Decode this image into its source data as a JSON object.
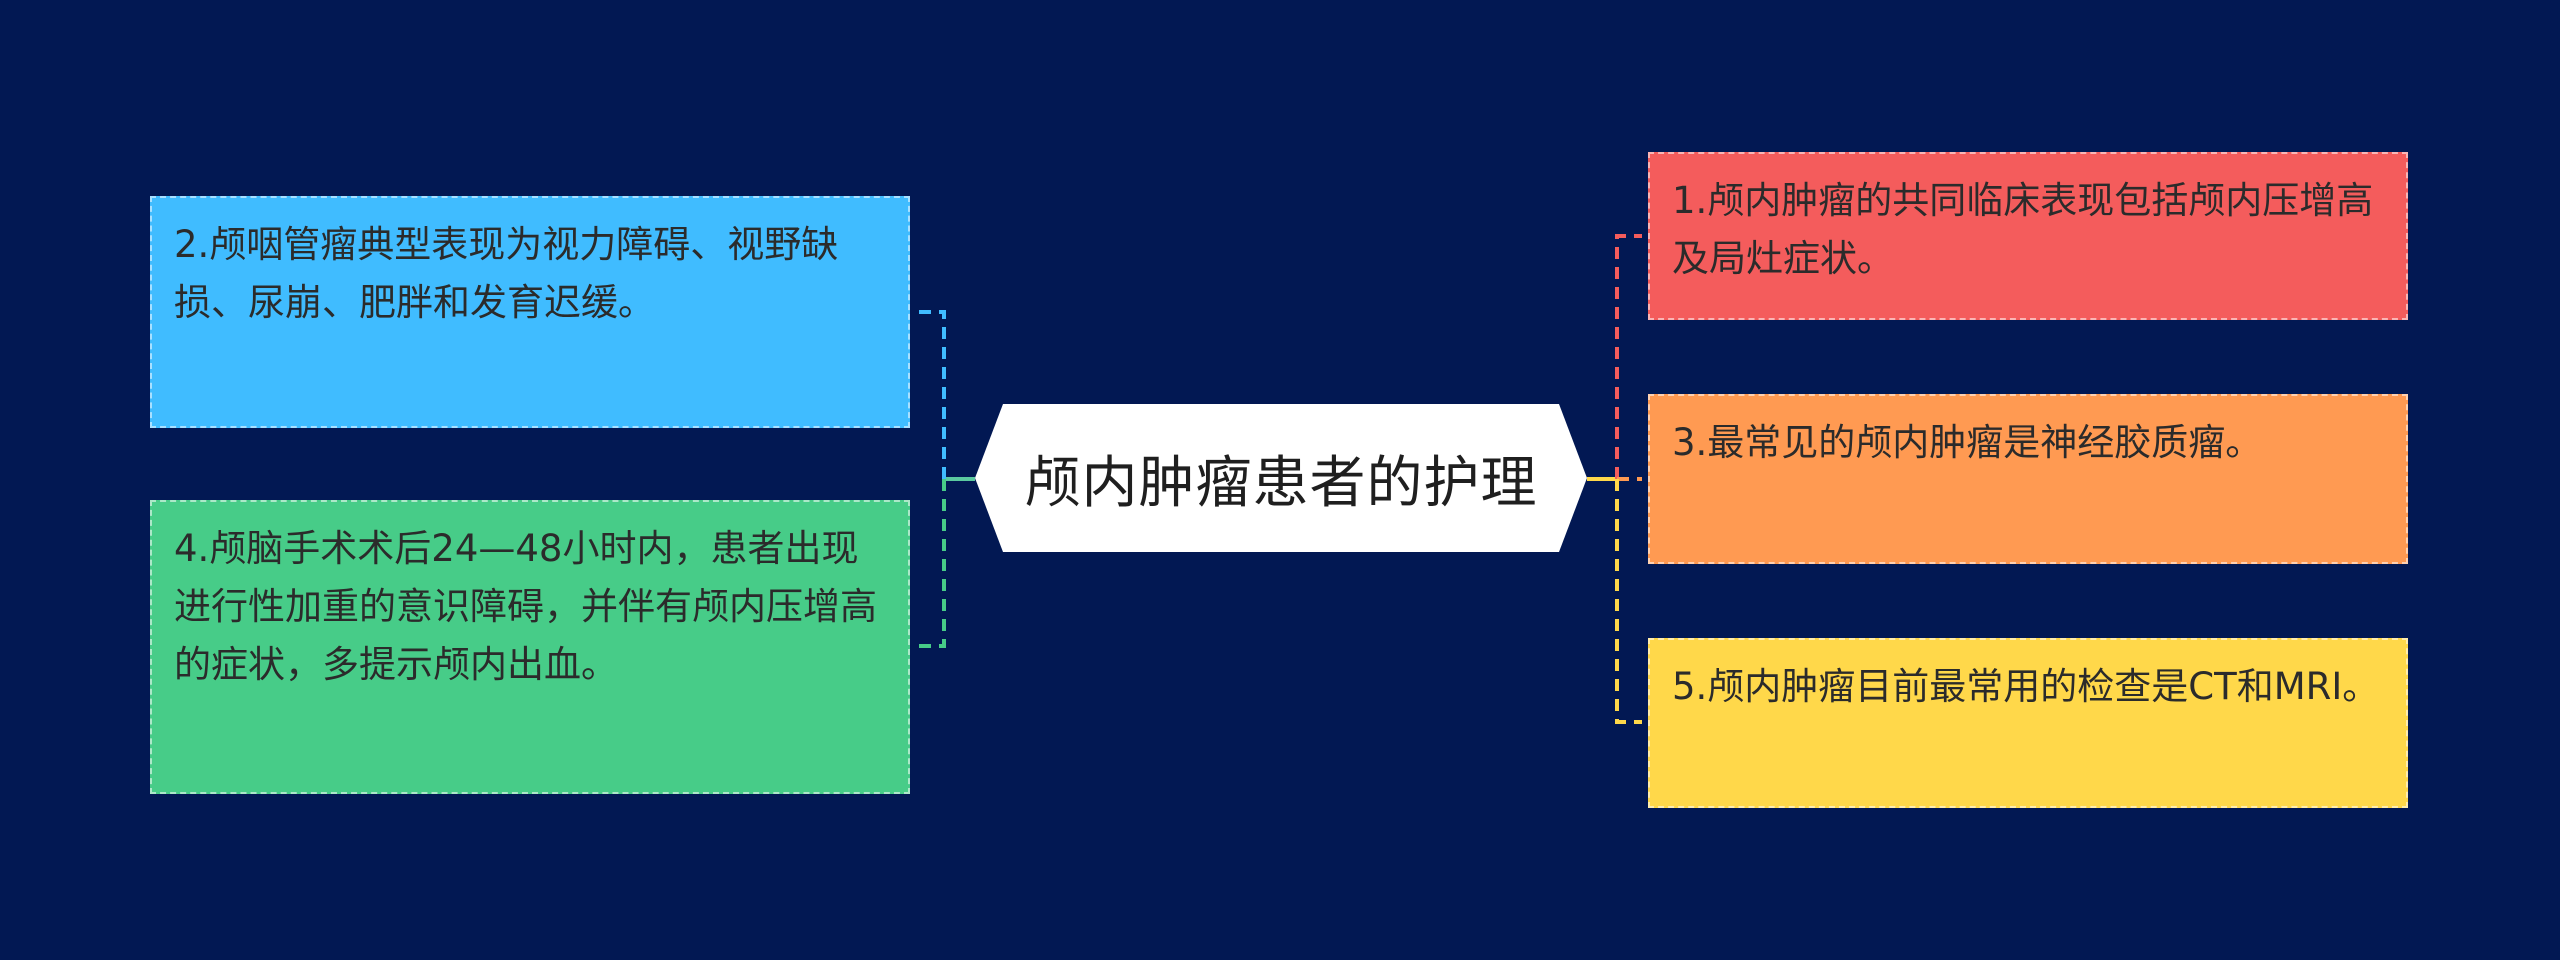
{
  "colors": {
    "background": "#021853",
    "center_fill": "#ffffff",
    "node_1": "#f45c5c",
    "node_2": "#40bcff",
    "node_3": "#ff9a52",
    "node_4": "#47cc88",
    "node_5": "#ffd84a"
  },
  "mindmap": {
    "center": {
      "title": "颅内肿瘤患者的护理"
    },
    "right_branches": [
      {
        "text": "1.颅内肿瘤的共同临床表现包括颅内压增高及局灶症状。"
      },
      {
        "text": "3.最常见的颅内肿瘤是神经胶质瘤。"
      },
      {
        "text": "5.颅内肿瘤目前最常用的检查是CT和MRI。"
      }
    ],
    "left_branches": [
      {
        "text": "2.颅咽管瘤典型表现为视力障碍、视野缺损、尿崩、肥胖和发育迟缓。"
      },
      {
        "text": "4.颅脑手术术后24—48小时内，患者出现进行性加重的意识障碍，并伴有颅内压增高的症状，多提示颅内出血。"
      }
    ]
  }
}
